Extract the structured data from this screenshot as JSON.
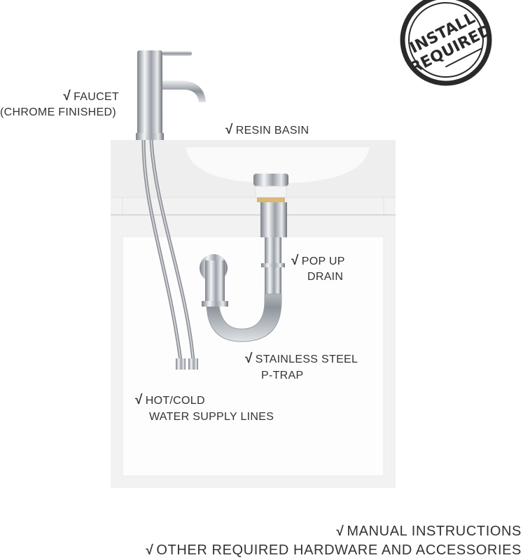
{
  "check_mark": "√",
  "stamp": {
    "line1": "INSTALL",
    "line2": "REQUIRED"
  },
  "labels": {
    "faucet": {
      "line1": "FAUCET",
      "line2": "(CHROME FINISHED)"
    },
    "basin": {
      "line1": "RESIN BASIN"
    },
    "drain": {
      "line1": "POP UP",
      "line2": "DRAIN"
    },
    "ptrap": {
      "line1": "STAINLESS STEEL",
      "line2": "P-TRAP"
    },
    "supply": {
      "line1": "HOT/COLD",
      "line2": "WATER SUPPLY LINES"
    }
  },
  "footer": {
    "item1": "MANUAL INSTRUCTIONS",
    "item2": "OTHER REQUIRED HARDWARE AND ACCESSORIES"
  },
  "colors": {
    "text": "#333333",
    "cabinet": "#f0f0f0",
    "chrome": "#b8bcc2",
    "brass": "#d9b878",
    "stamp": "#2a2a2a"
  }
}
